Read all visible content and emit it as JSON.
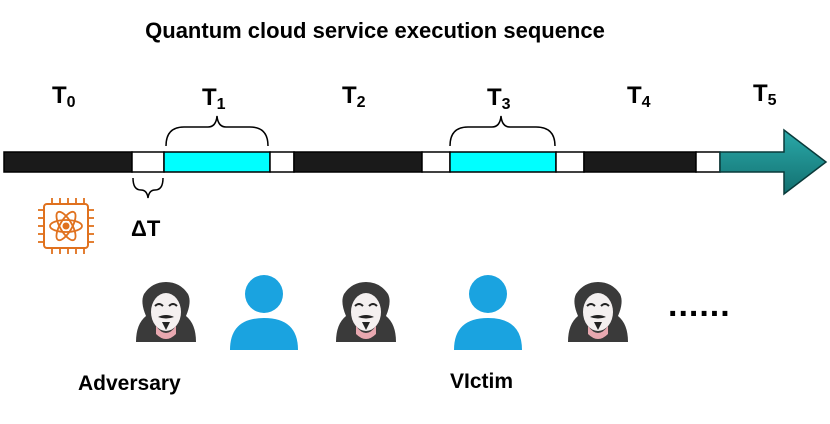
{
  "title": "Quantum cloud service execution sequence",
  "time_labels": [
    {
      "main": "T",
      "sub": "0"
    },
    {
      "main": "T",
      "sub": "1"
    },
    {
      "main": "T",
      "sub": "2"
    },
    {
      "main": "T",
      "sub": "3"
    },
    {
      "main": "T",
      "sub": "4"
    },
    {
      "main": "T",
      "sub": "5"
    }
  ],
  "delta_label": "ΔT",
  "captions": {
    "adversary": "Adversary",
    "victim": "VIctim"
  },
  "ellipsis": "......",
  "colors": {
    "busy": "#1a1a1a",
    "gap": "#ffffff",
    "victim_slot": "#00ffff",
    "arrow_head": "#1a8a8a",
    "chip": "#e0711e",
    "user": "#1aa3e0",
    "hood": "#3a3a3a"
  },
  "icons": [
    "quantum-chip-icon",
    "adversary-icon",
    "victim-user-icon"
  ]
}
